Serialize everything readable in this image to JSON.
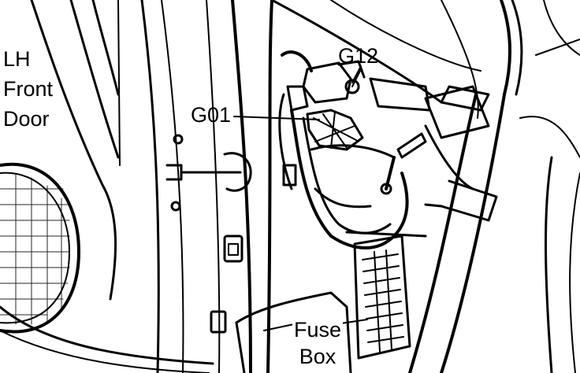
{
  "figure": {
    "labels": {
      "door": [
        "LH",
        "Front",
        "Door"
      ],
      "ground_g12": "G12",
      "ground_g01": "G01",
      "fuse_box": [
        "Fuse",
        "Box"
      ]
    }
  },
  "icons": {
    "door": "door-panel-icon",
    "speaker": "speaker-icon",
    "ground": "ground-terminal-icon",
    "fuse_box": "fuse-box-icon"
  },
  "colors": {
    "line": "#000000",
    "background": "#ffffff"
  }
}
